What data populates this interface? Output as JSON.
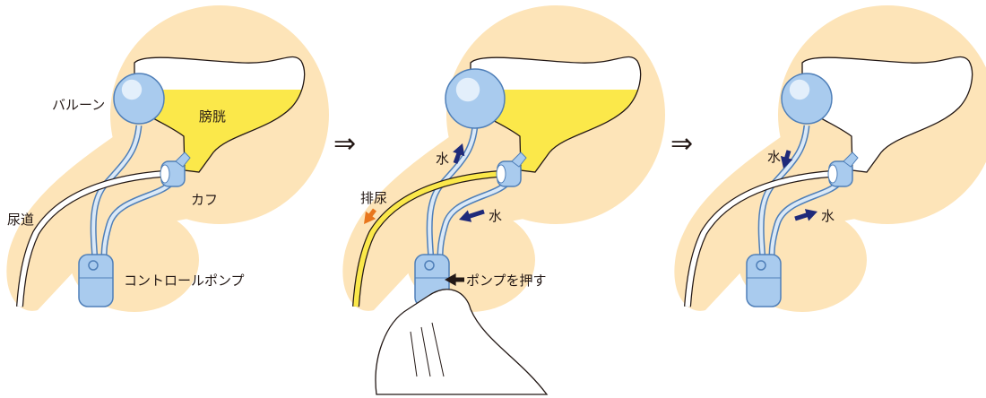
{
  "colors": {
    "body": "#fde4b8",
    "urine": "#fbe84a",
    "device": "#a9cbee",
    "device_stroke": "#4f7fb8",
    "water_arrow": "#1f2a7a",
    "urine_arrow": "#e8761c",
    "outline": "#231815"
  },
  "panels": [
    {
      "labels": {
        "balloon": "バルーン",
        "bladder": "膀胱",
        "cuff": "カフ",
        "urethra": "尿道",
        "pump": "コントロールポンプ"
      },
      "bladder_fill": "full",
      "catheter": "empty"
    },
    {
      "labels": {
        "water_up": "水",
        "urination": "排尿",
        "water_in": "水",
        "press_pump": "ポンプを押す"
      },
      "bladder_fill": "full",
      "catheter": "urine"
    },
    {
      "labels": {
        "water_down": "水",
        "water_out": "水"
      },
      "bladder_fill": "empty",
      "catheter": "empty"
    }
  ],
  "arrows": [
    "⇒",
    "⇒"
  ]
}
